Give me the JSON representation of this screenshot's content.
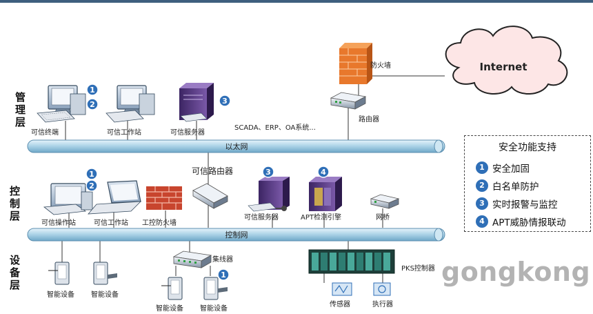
{
  "layers": {
    "management": "管理层",
    "control": "控制层",
    "device": "设备层"
  },
  "buses": {
    "ethernet": "以太网",
    "control_net": "控制网"
  },
  "cloud": "Internet",
  "firewall_top": "防火墙",
  "router": "路由器",
  "mgmt": {
    "terminal": "可信终端",
    "workstation": "可信工作站",
    "server": "可信服务器",
    "systems": "SCADA、ERP、OA系统..."
  },
  "ctrl": {
    "trusted_router": "可信路由器",
    "operator_station": "可信操作站",
    "workstation": "可信工作站",
    "ics_firewall": "工控防火墙",
    "server": "可信服务器",
    "apt_engine": "APT检测引擎",
    "bridge": "网桥"
  },
  "dev": {
    "hub": "集线器",
    "smart1": "智能设备",
    "smart2": "智能设备",
    "smart3": "智能设备",
    "smart4": "智能设备",
    "pks": "PKS控制器",
    "sensor": "传感器",
    "actuator": "执行器"
  },
  "badges": {
    "b1": "1",
    "b2": "2",
    "b3": "3",
    "c1": "1",
    "c2": "2",
    "c3": "3",
    "c4": "4",
    "d1": "1"
  },
  "legend": {
    "title": "安全功能支持",
    "items": [
      {
        "num": "1",
        "text": "安全加固"
      },
      {
        "num": "2",
        "text": "白名单防护"
      },
      {
        "num": "3",
        "text": "实时报警与监控"
      },
      {
        "num": "4",
        "text": "APT威胁情报联动"
      }
    ]
  },
  "watermark": "gongkong",
  "colors": {
    "bus": "#a9d1e6",
    "badge": "#2f6fb7",
    "firewall": "#e8782c",
    "server": "#5b3a86"
  }
}
